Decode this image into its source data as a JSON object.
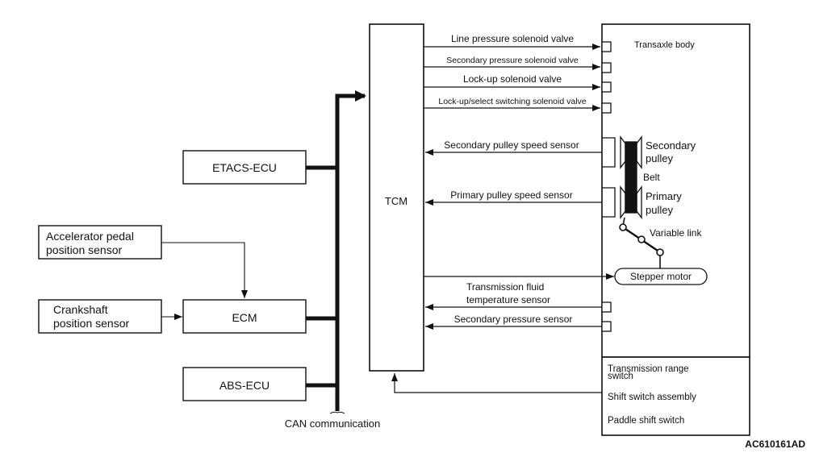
{
  "diagram": {
    "figure_id": "AC610161AD",
    "bus_label": "CAN communication",
    "tcm": {
      "label": "TCM"
    },
    "ecus": {
      "etacs": "ETACS-ECU",
      "ecm": "ECM",
      "abs": "ABS-ECU"
    },
    "sensors_left": {
      "accelerator": [
        "Accelerator pedal",
        "position sensor"
      ],
      "crankshaft": [
        "Crankshaft",
        "position sensor"
      ]
    },
    "outputs": [
      "Line pressure solenoid valve",
      "Secondary pressure solenoid valve",
      "Lock-up solenoid valve",
      "Lock-up/select switching solenoid valve"
    ],
    "inputs": {
      "secondary_pulley_speed": "Secondary pulley speed sensor",
      "primary_pulley_speed": "Primary pulley speed sensor",
      "fluid_temp": [
        "Transmission fluid",
        "temperature sensor"
      ],
      "secondary_pressure": "Secondary pressure sensor"
    },
    "transaxle": {
      "label": "Transaxle body",
      "secondary_pulley": [
        "Secondary",
        "pulley"
      ],
      "belt": "Belt",
      "primary_pulley": [
        "Primary",
        "pulley"
      ],
      "variable_link": "Variable link",
      "stepper_motor": "Stepper motor"
    },
    "switches": {
      "range_switch": [
        "Transmission range",
        "switch"
      ],
      "shift_switch": "Shift switch assembly",
      "paddle_switch": "Paddle shift switch"
    }
  }
}
